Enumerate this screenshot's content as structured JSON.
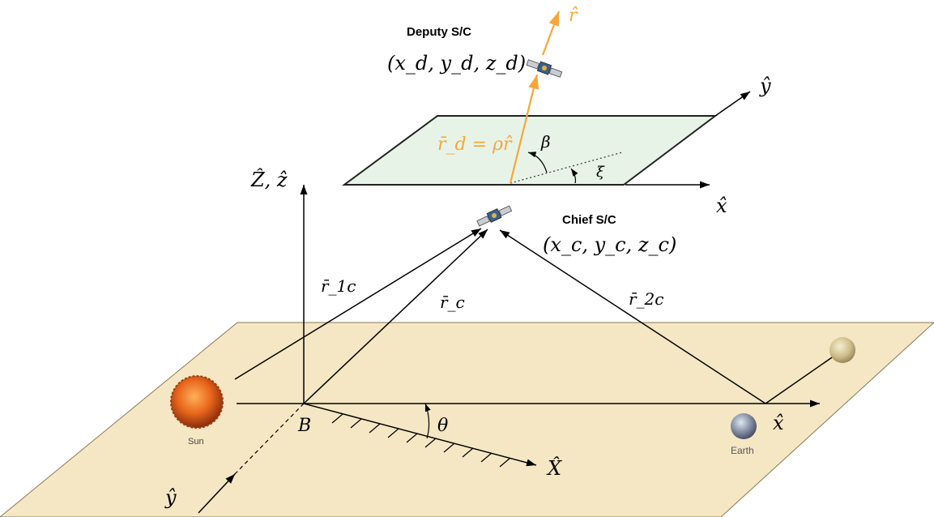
{
  "colors": {
    "ground_plane_fill": "#f5e7c4",
    "upper_plane_fill": "#e7f3e7",
    "r_vector": "#f7a63a",
    "axes": "#000000",
    "sun": "#e2650f",
    "earth": "#7a8499",
    "moon": "#d6c89a"
  },
  "labels": {
    "deputy_title": "Deputy S/C",
    "deputy_coords": "(x_d, y_d, z_d)",
    "chief_title": "Chief S/C",
    "chief_coords": "(x_c, y_c, z_c)",
    "r_hat_top": "r̂",
    "y_hat_upper": "ŷ",
    "x_hat_upper": "x̂",
    "Z_z_hat": "Ẑ, ẑ",
    "r_d_eq": "r̄_d = ρr̂",
    "beta": "β",
    "xi": "ξ",
    "r_1c": "r̄_1c",
    "r_c": "r̄_c",
    "r_2c": "r̄_2c",
    "sun_caption": "Sun",
    "earth_caption": "Earth",
    "B": "B",
    "theta": "θ",
    "X_hat": "X̂",
    "x_hat_lower": "x̂",
    "y_hat_lower": "ŷ"
  }
}
